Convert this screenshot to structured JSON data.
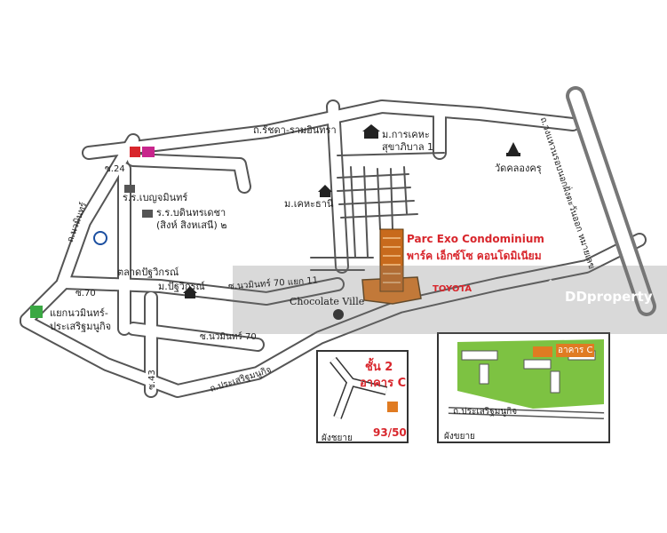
{
  "project": {
    "name_en": "Parc Exo Condominium",
    "name_th": "พาร์ค เอ็กซ์โซ คอนโดมิเนียม"
  },
  "roads": {
    "ratchada": "ถ.รัชดา-รามอินทรา",
    "kanchanaphisek": "ถ.วงแหวนรอบนอกฝั่งตะวันออก หมายเลข",
    "nawamin": "ถ.นวมินทร์",
    "soi24": "ซ.24",
    "soi70": "ซ.70",
    "nawamin70_11": "ซ.นวมินทร์ 70 แยก 11",
    "nawamin70": "ซ.นวมินทร์ 70",
    "soi43": "ซ.43",
    "prasertmanukit": "ถ.ประเสริฐมนูกิจ"
  },
  "places": {
    "mooban_karn": "ม.การเคหะ",
    "sukhaphiban": "สุขาภิบาล 1",
    "wat": "วัดคลองครุ",
    "kaha_thani": "ม.เคหะธานี",
    "school1": "ร.ร.เบญจมินทร์",
    "school2": "ร.ร.บดินทรเดชา",
    "school2_sub": "(สิงห์ สิงหเสนี) ๒",
    "market": "ตลาดปัฐวิกรณ์",
    "mooban_patha": "ม.ปัฐวิกรณ์",
    "junction": "แยกนวมินทร์-",
    "junction2": "ประเสริฐมนูกิจ",
    "chocolate": "Chocolate Ville",
    "toyota": "TOYOTA"
  },
  "inset_floor": {
    "floor": "ชั้น 2",
    "building": "อาคาร C",
    "unit": "93/50",
    "caption": "ผังชยาย"
  },
  "inset_site": {
    "building": "อาคาร C",
    "road": "ถ.ประเสริฐมนูกิจ",
    "caption": "ผังขยาย"
  },
  "watermark": "DDproperty",
  "colors": {
    "building": "#e07b22",
    "accent": "#d8262c",
    "green": "#7dc242",
    "road_fill": "#ffffff",
    "road_edge": "#555555"
  }
}
